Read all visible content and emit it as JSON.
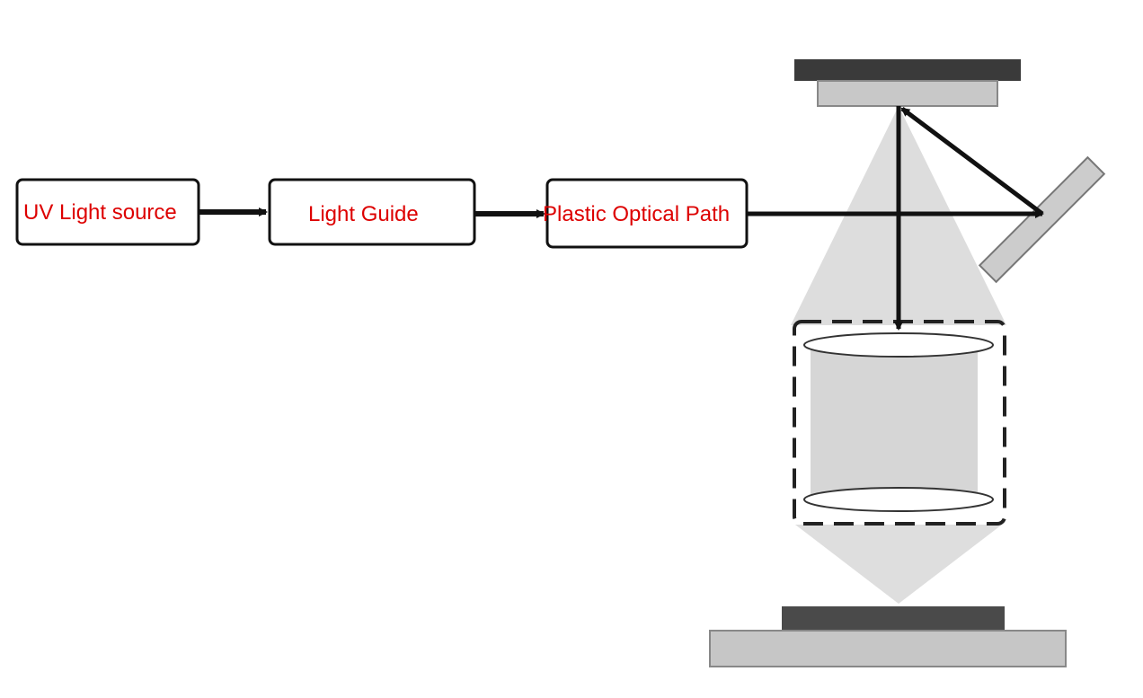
{
  "boxes": [
    {
      "id": "uv-light-source",
      "label": "UV Light source"
    },
    {
      "id": "light-guide",
      "label": "Light Guide"
    },
    {
      "id": "plastic-optical-path",
      "label": "Plastic Optical Path"
    }
  ],
  "colors": {
    "label_text": "#dd0000",
    "box_stroke": "#111111",
    "arrow": "#111111",
    "beam": "#d9d9d9",
    "component_dark": "#3a3a3a",
    "component_light": "#c8c8c8"
  }
}
